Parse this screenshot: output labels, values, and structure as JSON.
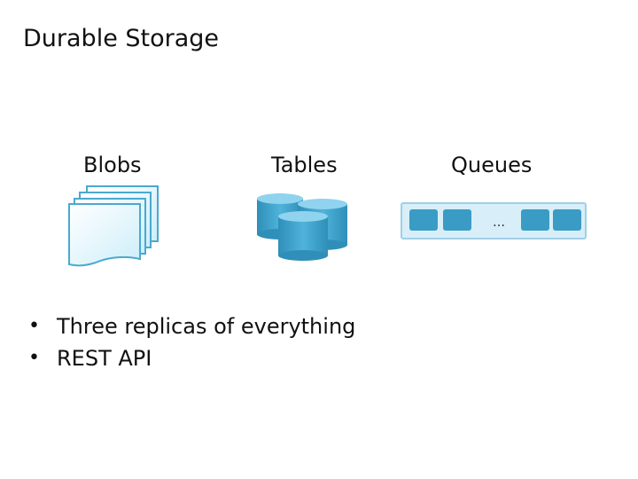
{
  "slide": {
    "title": "Durable Storage",
    "components": [
      {
        "label": "Blobs",
        "icon": "blob-stack-icon"
      },
      {
        "label": "Tables",
        "icon": "table-cylinders-icon"
      },
      {
        "label": "Queues",
        "icon": "queue-icon"
      }
    ],
    "queue_ellipsis": "…",
    "bullets": [
      "Three replicas of everything",
      "REST API"
    ]
  },
  "colors": {
    "blob_fill": "#dff3fb",
    "blob_stroke": "#4aa9cf",
    "cylinder": "#3ea0c8",
    "queue_bg": "#d8eef8",
    "queue_item": "#3a9cc5"
  }
}
